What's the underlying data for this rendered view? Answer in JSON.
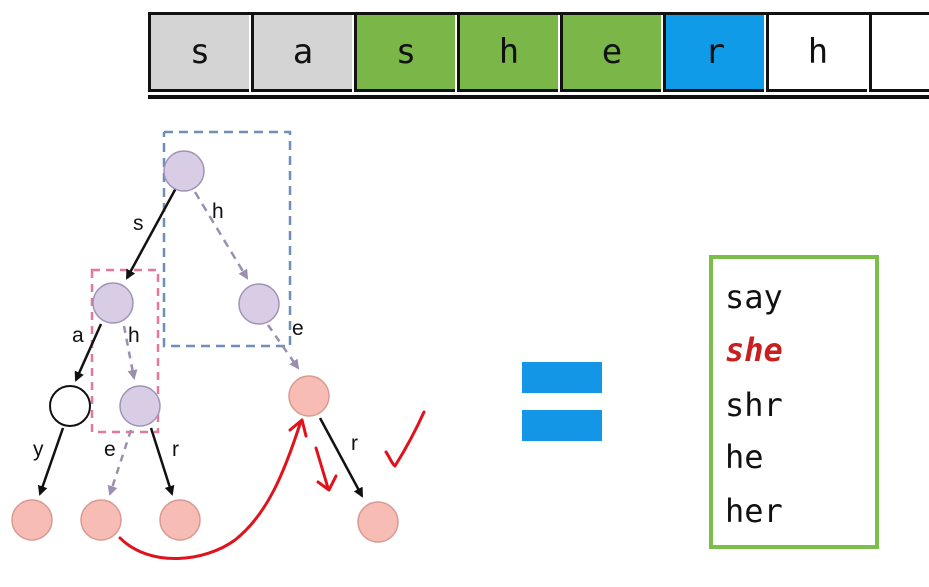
{
  "strip": {
    "cells": [
      {
        "char": "s",
        "color": "#d4d4d4"
      },
      {
        "char": "a",
        "color": "#d4d4d4"
      },
      {
        "char": "s",
        "color": "#7ab648"
      },
      {
        "char": "h",
        "color": "#7ab648"
      },
      {
        "char": "e",
        "color": "#7ab648"
      },
      {
        "char": "r",
        "color": "#0f9be8"
      },
      {
        "char": "h",
        "color": "#ffffff"
      },
      {
        "char": "",
        "color": "#ffffff"
      }
    ]
  },
  "trie": {
    "edge_labels": [
      "s",
      "h",
      "a",
      "h",
      "e",
      "y",
      "e",
      "r",
      "r"
    ],
    "colors": {
      "internal_node": "#d9cde6",
      "output_node": "#f7bcb4",
      "empty_node": "#ffffff",
      "fail_link": "#9b8fb0",
      "box_blue": "#6e8fb8",
      "box_pink": "#e2789c",
      "annotation": "#e0121c"
    }
  },
  "equals_color": "#1496e6",
  "words": {
    "items": [
      "say",
      "she",
      "shr",
      "he",
      "her"
    ],
    "highlighted": "she",
    "border_color": "#7bbf4b",
    "highlight_color": "#c81f1f"
  }
}
